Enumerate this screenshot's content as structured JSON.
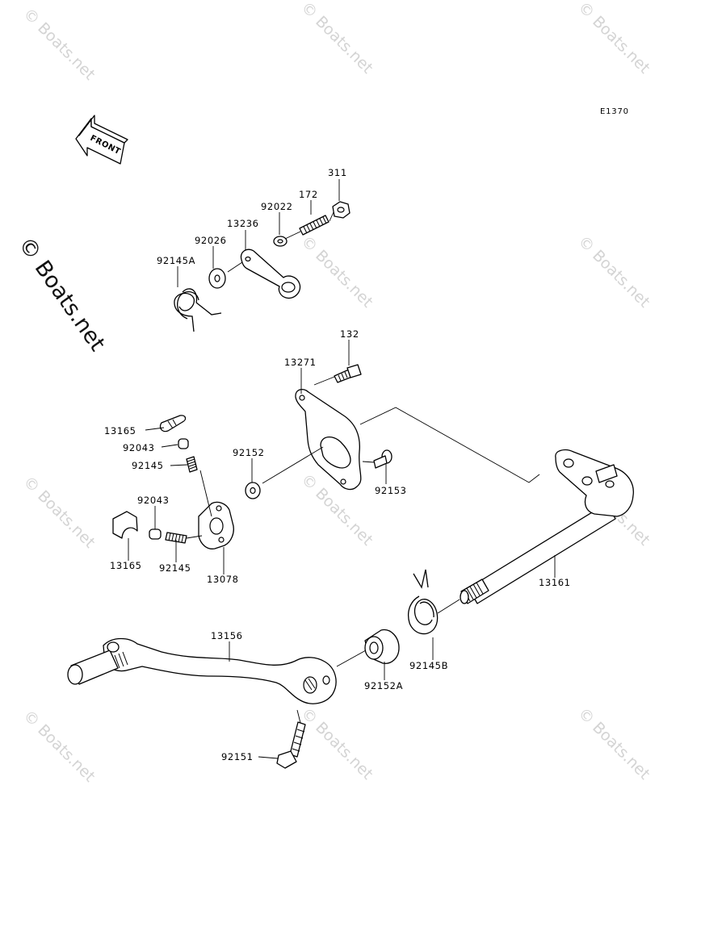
{
  "diagram_code": "E1370",
  "front_label": "FRONT",
  "watermark": {
    "text": "© Boats.net",
    "large_text": "© Boats.net"
  },
  "parts": [
    {
      "id": "p311",
      "label": "311"
    },
    {
      "id": "p172",
      "label": "172"
    },
    {
      "id": "p92022",
      "label": "92022"
    },
    {
      "id": "p13236",
      "label": "13236"
    },
    {
      "id": "p92026",
      "label": "92026"
    },
    {
      "id": "p92145A",
      "label": "92145A"
    },
    {
      "id": "p132",
      "label": "132"
    },
    {
      "id": "p13271",
      "label": "13271"
    },
    {
      "id": "p13165a",
      "label": "13165"
    },
    {
      "id": "p92043a",
      "label": "92043"
    },
    {
      "id": "p92145a",
      "label": "92145"
    },
    {
      "id": "p92152",
      "label": "92152"
    },
    {
      "id": "p92153",
      "label": "92153"
    },
    {
      "id": "p92043b",
      "label": "92043"
    },
    {
      "id": "p13165b",
      "label": "13165"
    },
    {
      "id": "p92145b",
      "label": "92145"
    },
    {
      "id": "p13078",
      "label": "13078"
    },
    {
      "id": "p13161",
      "label": "13161"
    },
    {
      "id": "p13156",
      "label": "13156"
    },
    {
      "id": "p92145B",
      "label": "92145B"
    },
    {
      "id": "p92152A",
      "label": "92152A"
    },
    {
      "id": "p92151",
      "label": "92151"
    }
  ]
}
